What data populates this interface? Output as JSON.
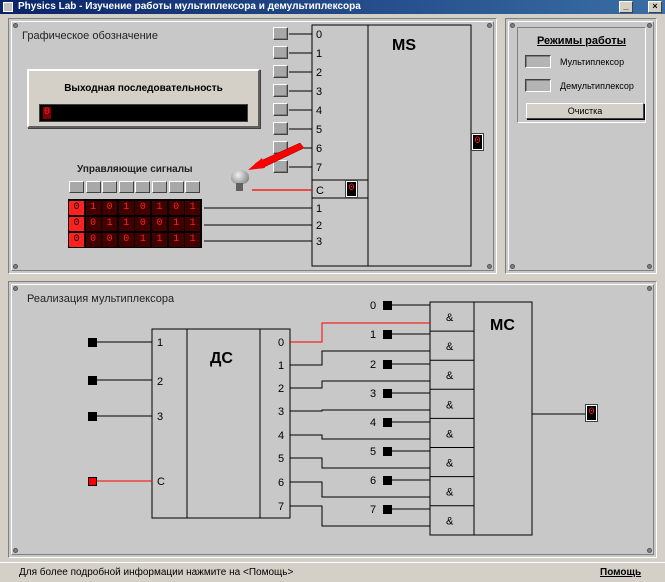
{
  "window": {
    "title": "Physics Lab - Изучение работы мультиплексора и демультиплексора"
  },
  "top_panel": {
    "title": "Графическое обозначение",
    "output_sequence": {
      "title": "Выходная последовательность",
      "value": "0"
    },
    "control_signals": {
      "title": "Управляющие сигналы",
      "rows": [
        [
          "0",
          "1",
          "0",
          "1",
          "0",
          "1",
          "0",
          "1"
        ],
        [
          "0",
          "0",
          "1",
          "1",
          "0",
          "0",
          "1",
          "1"
        ],
        [
          "0",
          "0",
          "0",
          "0",
          "1",
          "1",
          "1",
          "1"
        ]
      ]
    },
    "ms_block": {
      "name": "MS",
      "inputs": [
        "0",
        "1",
        "2",
        "3",
        "4",
        "5",
        "6",
        "7"
      ],
      "control_label": "C",
      "control_value": "0",
      "address": [
        "1",
        "2",
        "3"
      ],
      "output_value": "0"
    }
  },
  "mode_panel": {
    "title": "Режимы работы",
    "modes": [
      "Мультиплексор",
      "Демультиплексор"
    ],
    "clear_button": "Очистка"
  },
  "bottom_panel": {
    "title": "Реализация мультиплексора",
    "dc_block": {
      "name": "ДС",
      "inputs": [
        "1",
        "2",
        "3",
        "C"
      ],
      "outputs": [
        "0",
        "1",
        "2",
        "3",
        "4",
        "5",
        "6",
        "7"
      ]
    },
    "mc_block": {
      "name": "МС",
      "and_label": "&",
      "inputs": [
        "0",
        "1",
        "2",
        "3",
        "4",
        "5",
        "6",
        "7"
      ],
      "output_value": "0"
    }
  },
  "status_bar": {
    "text": "Для более подробной информации нажмите на <Помощь>",
    "help_link": "Помощь"
  },
  "colors": {
    "active_line": "#ff0000",
    "wire": "#000000",
    "panel": "#c8c8c8",
    "led_text": "#ff2020"
  }
}
